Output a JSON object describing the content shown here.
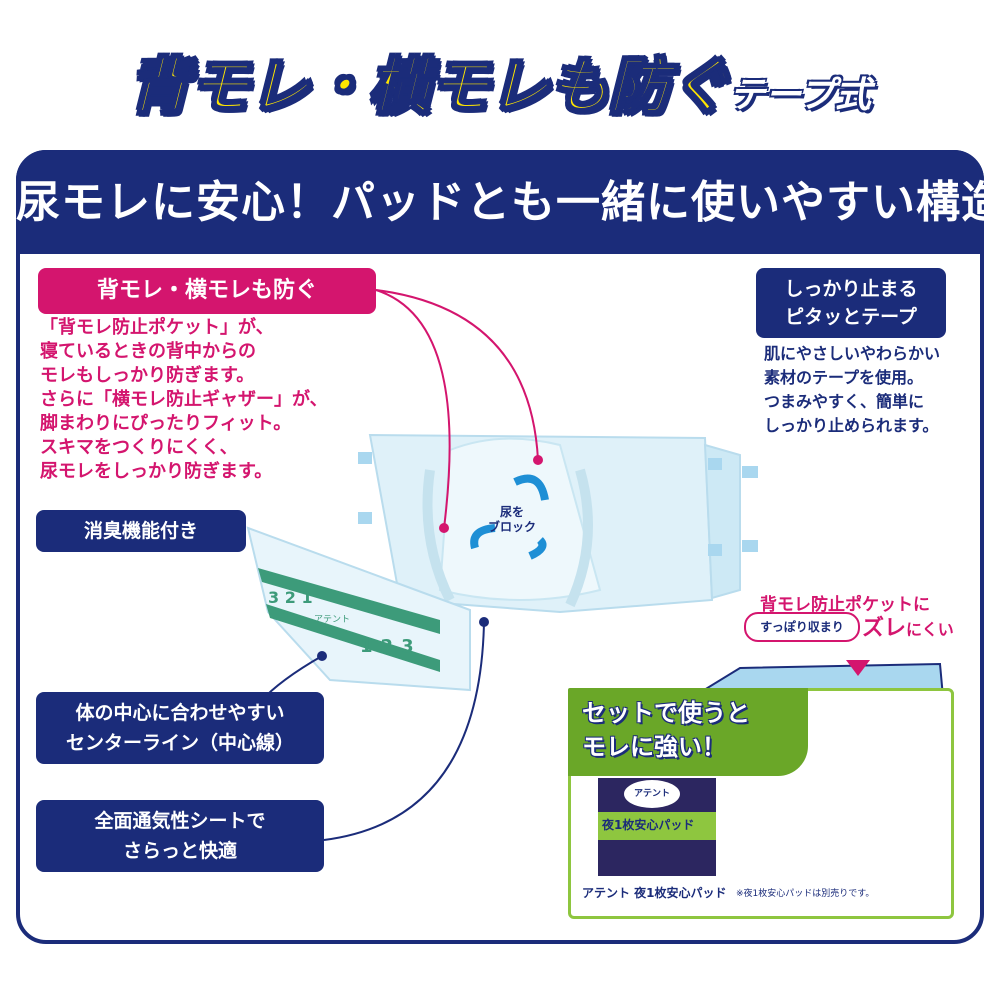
{
  "headline": {
    "main": "背モレ・横モレも防ぐ",
    "sub": "テープ式"
  },
  "banner": {
    "text": "尿モレに安心！パッドとも一緒に使いやすい構造"
  },
  "feature_leak": {
    "label": "背モレ・横モレも防ぐ",
    "lines": [
      "「背モレ防止ポケット」が、",
      "寝ているときの背中からの",
      "モレもしっかり防ぎます。",
      "さらに「横モレ防止ギャザー」が、",
      "脚まわりにぴったりフィット。",
      "スキマをつくりにくく、",
      "尿モレをしっかり防ぎます。"
    ]
  },
  "feature_deodor": {
    "label": "消臭機能付き"
  },
  "feature_center": {
    "line1": "体の中心に合わせやすい",
    "line2": "センターライン（中心線）"
  },
  "feature_sheet": {
    "line1": "全面通気性シートで",
    "line2": "さらっと快適"
  },
  "feature_tape": {
    "line1": "しっかり止まる",
    "line2": "ピタッとテープ",
    "lines": [
      "肌にやさしいやわらかい",
      "素材のテープを使用。",
      "つまみやすく、簡単に",
      "しっかり止められます。"
    ]
  },
  "diaper": {
    "block_line1": "尿を",
    "block_line2": "ブロック",
    "center_numbers_left": [
      "3",
      "2",
      "1"
    ],
    "center_numbers_right": [
      "1",
      "2",
      "3"
    ],
    "center_brand": "アテント"
  },
  "set_panel": {
    "line1": "セットで使うと",
    "line2": "モレに強い！",
    "pack_logo": "アテント",
    "pack_text": "夜1枚安心パッド",
    "pack_name": "アテント 夜1枚安心パッド",
    "note": "※夜1枚安心パッドは別売りです。"
  },
  "pocket": {
    "title": "背モレ防止ポケットに",
    "pill": "すっぽり収まり",
    "zure": "ズレ",
    "nikui": "にくい"
  },
  "colors": {
    "navy": "#1b2c7a",
    "pink": "#d4156e",
    "yellow": "#ffe600",
    "green": "#6aa728",
    "light_blue": "#a9d7ef"
  }
}
